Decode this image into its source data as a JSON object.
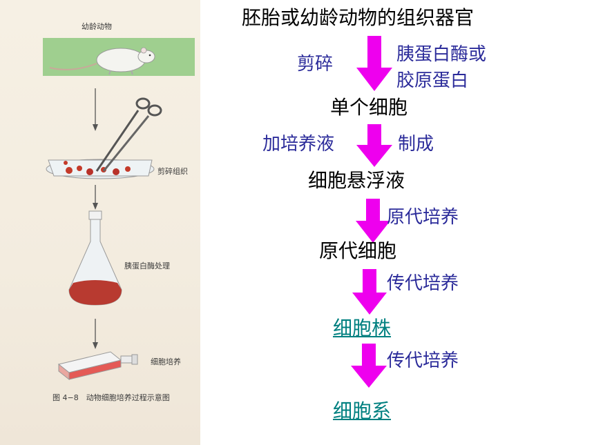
{
  "illustration": {
    "step1_label": "幼龄动物",
    "step2_label": "剪碎组织",
    "step3_label": "胰蛋白酶处理",
    "step4_label": "细胞培养",
    "caption": "图 4−8　动物细胞培养过程示意图"
  },
  "flow": {
    "start": "胚胎或幼龄动物的组织器官",
    "step1_left": "剪碎",
    "step1_right_line1": "胰蛋白酶或",
    "step1_right_line2": "胶原蛋白",
    "node1": "单个细胞",
    "step2_left": "加培养液",
    "step2_right": "制成",
    "node2": "细胞悬浮液",
    "step3_right": "原代培养",
    "node3": "原代细胞",
    "step4_right": "传代培养",
    "node4": "细胞株",
    "step5_right": "传代培养",
    "node5": "细胞系"
  },
  "colors": {
    "arrow": "#ee00ee",
    "annotation": "#2b2b9a",
    "link": "#008080"
  }
}
